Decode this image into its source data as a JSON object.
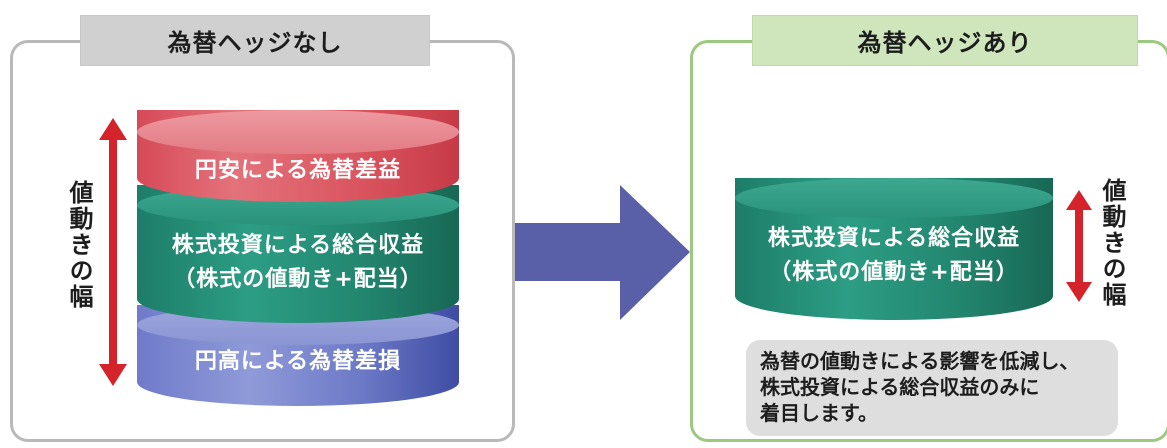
{
  "left_panel": {
    "title": "為替ヘッジなし",
    "vertical_label": "値動きの幅",
    "layers": {
      "gain": "円安による為替差益",
      "total_line1": "株式投資による総合収益",
      "total_line2": "（株式の値動き+配当）",
      "loss": "円高による為替差損"
    }
  },
  "right_panel": {
    "title": "為替ヘッジあり",
    "vertical_label": "値動きの幅",
    "total_line1": "株式投資による総合収益",
    "total_line2": "（株式の値動き+配当）",
    "note_lines": [
      "為替の値動きによる影響を低減し、",
      "株式投資による総合収益のみに",
      "着目します。"
    ]
  },
  "colors": {
    "gain": "#d9545e",
    "total": "#23866f",
    "loss": "#6c79c6",
    "arrow_red": "#d4232b",
    "arrow_blue": "#5a60a8",
    "left_border": "#b9b9b9",
    "right_border": "#9cc87f"
  }
}
